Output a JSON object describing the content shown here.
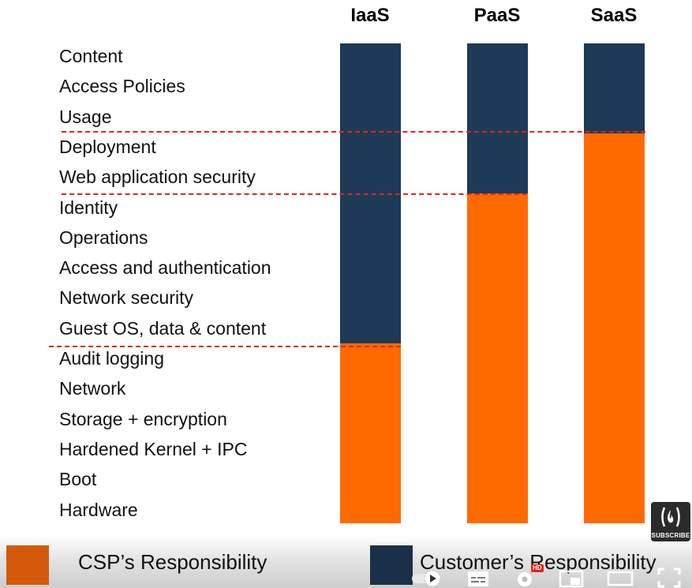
{
  "columns": [
    {
      "name": "IaaS",
      "customer_layers": 10,
      "csp_layers": 6
    },
    {
      "name": "PaaS",
      "customer_layers": 5,
      "csp_layers": 11
    },
    {
      "name": "SaaS",
      "customer_layers": 3,
      "csp_layers": 13
    }
  ],
  "layers": [
    "Content",
    "Access Policies",
    "Usage",
    "Deployment",
    "Web application security",
    "Identity",
    "Operations",
    "Access and authentication",
    "Network security",
    "Guest OS, data & content",
    "Audit logging",
    "Network",
    "Storage + encryption",
    "Hardened Kernel + IPC",
    "Boot",
    "Hardware"
  ],
  "legend": {
    "csp_label": "CSP’s Responsibility",
    "customer_label": "Customer’s Responsibility"
  },
  "colors": {
    "customer": "#1d3a57",
    "csp": "#ff6a00",
    "divider": "#e02418"
  },
  "player": {
    "subscribe_label": "SUBSCRIBE",
    "hd_badge": "HD"
  }
}
